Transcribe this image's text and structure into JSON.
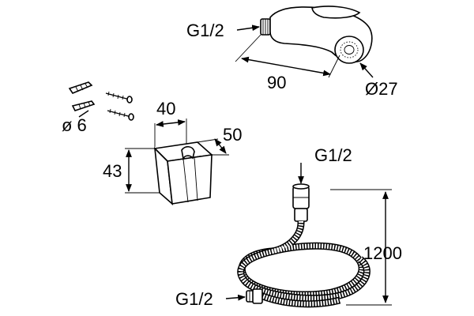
{
  "handshower": {
    "thread_label": "G1/2",
    "length_label": "90",
    "diameter_label": "Ø27"
  },
  "fixings": {
    "drill_label": "ø 6"
  },
  "holder": {
    "width_label": "40",
    "depth_label": "50",
    "height_label": "43"
  },
  "hose": {
    "top_thread_label": "G1/2",
    "bottom_thread_label": "G1/2",
    "length_label": "1200"
  }
}
